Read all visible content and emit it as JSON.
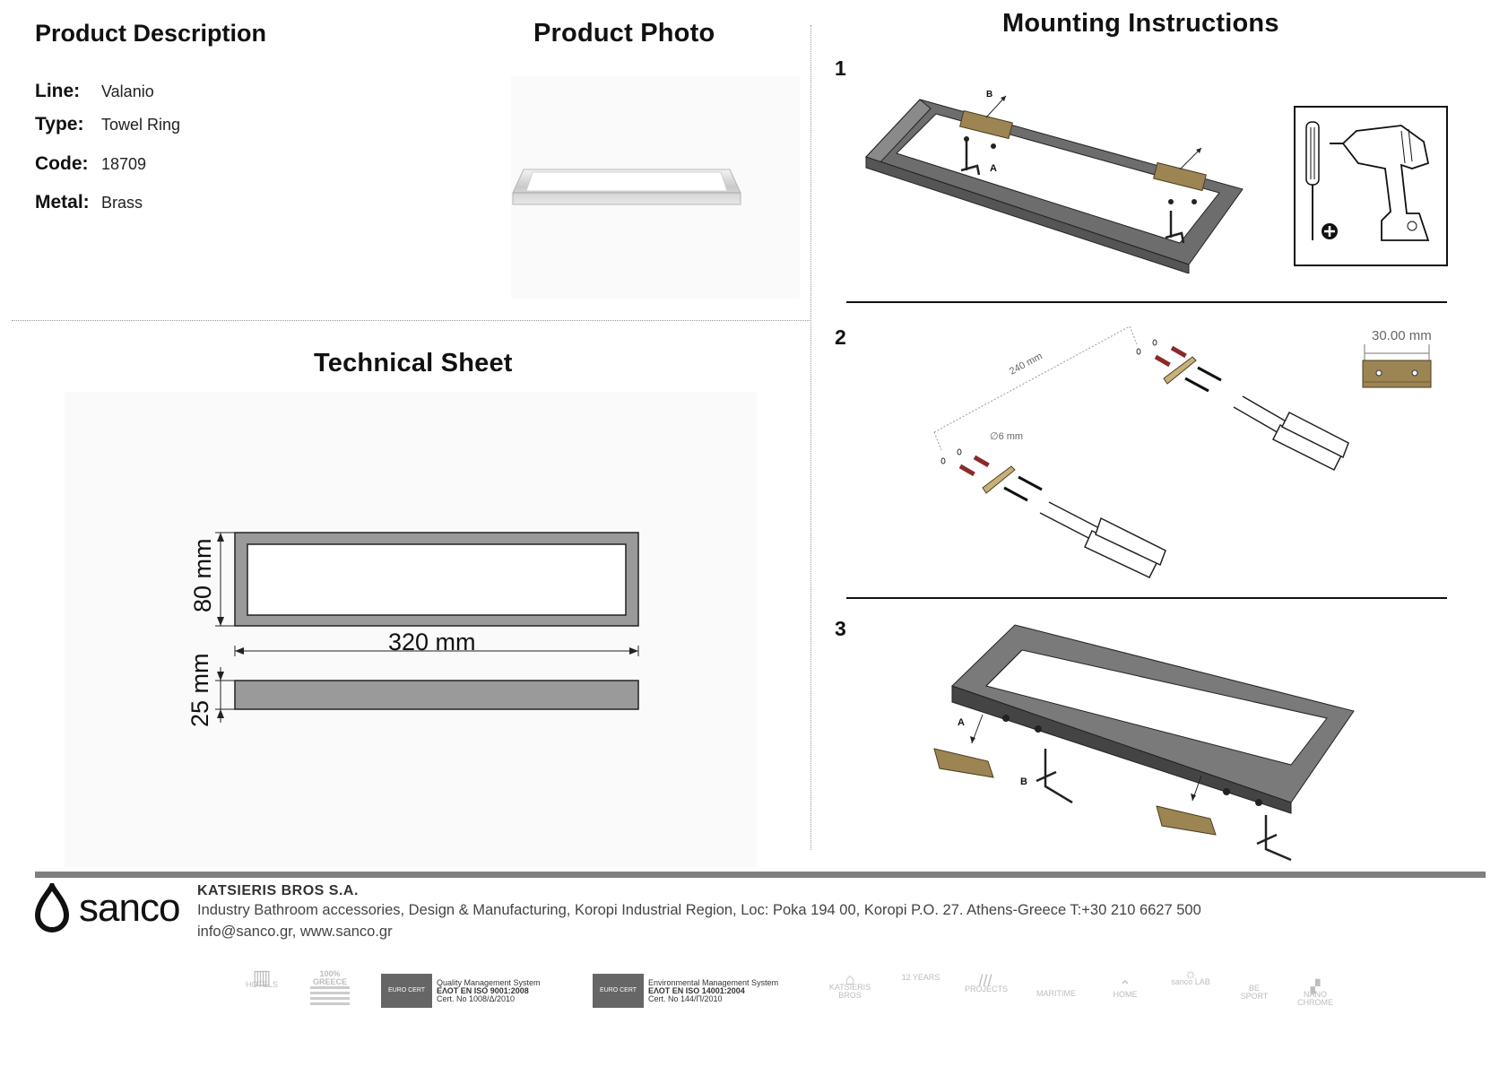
{
  "description": {
    "title": "Product Description",
    "rows": [
      {
        "key": "Line:",
        "value": "Valanio"
      },
      {
        "key": "Type:",
        "value": "Towel Ring"
      },
      {
        "key": "Code:",
        "value": "18709"
      },
      {
        "key": "Metal:",
        "value": "Brass"
      }
    ]
  },
  "photo": {
    "title": "Product Photo"
  },
  "technical": {
    "title": "Technical Sheet",
    "height_label": "80 mm",
    "width_label": "320 mm",
    "depth_label": "25 mm"
  },
  "mounting": {
    "title": "Mounting Instructions",
    "steps": [
      "1",
      "2",
      "3"
    ],
    "labels": {
      "a": "A",
      "b": "B",
      "spacing": "240 mm",
      "drill": "∅6 mm",
      "plate_width": "30.00 mm"
    }
  },
  "footer": {
    "company": "KATSIERIS BROS S.A.",
    "address": "Industry Bathroom accessories, Design & Manufacturing, Koropi Industrial Region, Loc: Poka 194 00, Koropi P.O. 27. Athens-Greece   T:+30 210 6627 500",
    "web": "info@sanco.gr, www.sanco.gr",
    "brand": "sanco",
    "cert1": {
      "badge": "EURO CERT",
      "line1": "Quality Management System",
      "line2": "ΕΛΟΤ EN ISO 9001:2008",
      "line3": "Cert. No 1008/Δ/2010"
    },
    "cert2": {
      "badge": "EURO CERT",
      "line1": "Environmental Management System",
      "line2": "ΕΛΟΤ EN ISO 14001:2004",
      "line3": "Cert. No 144/Π/2010"
    },
    "badges": [
      "HOTELS",
      "100% GREECE",
      "KATSIERIS BROS",
      "12 YEARS",
      "PROJECTS",
      "MARITIME",
      "HOME",
      "sanco LAB",
      "BE SPORT",
      "NANO CHROME"
    ]
  },
  "colors": {
    "frame_gray": "#9a9a9a",
    "bracket_gold": "#9c8552",
    "footer_bar": "#7f7f7f"
  }
}
